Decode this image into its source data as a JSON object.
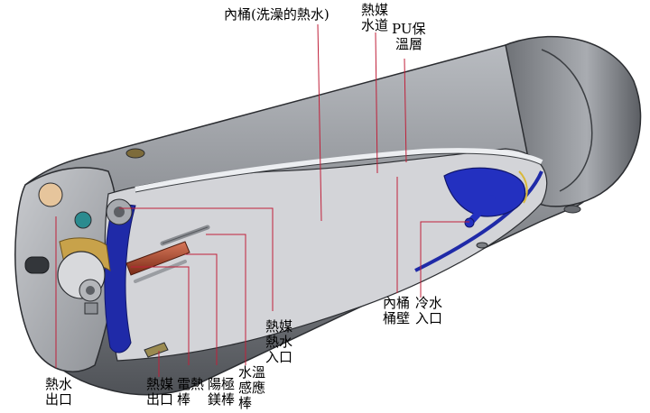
{
  "labels": {
    "inner_tank": "內桶(洗澡的熱水)",
    "heat_medium_channel_1": "熱媒",
    "heat_medium_channel_2": "水道",
    "pu_insulation_1": "PU保",
    "pu_insulation_2": "溫層",
    "inner_tank_wall_1": "內桶",
    "inner_tank_wall_2": "桶壁",
    "cold_inlet_1": "冷水",
    "cold_inlet_2": "入口",
    "heat_medium_hot_inlet_1": "熱媒",
    "heat_medium_hot_inlet_2": "熱水",
    "heat_medium_hot_inlet_3": "入口",
    "water_temp_sensor_1": "水溫",
    "water_temp_sensor_2": "感應",
    "water_temp_sensor_3": "棒",
    "anode_1": "陽極",
    "anode_2": "鎂棒",
    "electric_heater_1": "電熱",
    "electric_heater_2": "棒",
    "heat_medium_outlet_1": "熱媒",
    "heat_medium_outlet_2": "出口",
    "hot_outlet_1": "熱水",
    "hot_outlet_2": "出口"
  },
  "colors": {
    "leader_line": "#c0203a",
    "shell": "#8a8d92",
    "shell_dark": "#55585d",
    "interior": "#d9dadd",
    "tank_blue": "#1f2aa8",
    "heater_rod": "#b5452a",
    "brass": "#c8a24a"
  }
}
